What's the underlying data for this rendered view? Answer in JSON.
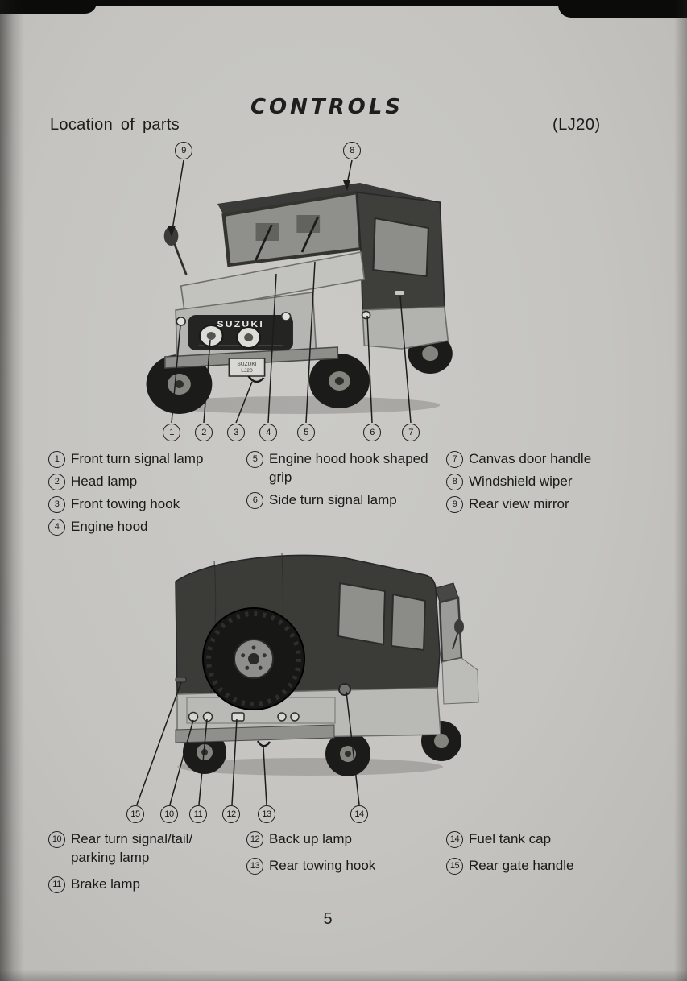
{
  "page": {
    "title": "CONTROLS",
    "section_heading": "Location of parts",
    "model_label": "(LJ20)",
    "page_number": "5"
  },
  "colors": {
    "paper": "#c6c5c1",
    "ink": "#1c1c1a"
  },
  "figure_front": {
    "grille_brand": "SUZUKI",
    "plate_line1": "SUZUKI",
    "plate_line2": "LJ20",
    "callouts": {
      "c1": "1",
      "c2": "2",
      "c3": "3",
      "c4": "4",
      "c5": "5",
      "c6": "6",
      "c7": "7",
      "c8": "8",
      "c9": "9"
    }
  },
  "figure_rear": {
    "callouts": {
      "c10": "10",
      "c11": "11",
      "c12": "12",
      "c13": "13",
      "c14": "14",
      "c15": "15"
    }
  },
  "legend_front": {
    "col1": [
      {
        "num": "1",
        "label": "Front turn signal lamp"
      },
      {
        "num": "2",
        "label": "Head lamp"
      },
      {
        "num": "3",
        "label": "Front towing hook"
      },
      {
        "num": "4",
        "label": "Engine hood"
      }
    ],
    "col2": [
      {
        "num": "5",
        "label": "Engine hood hook shaped\ngrip"
      },
      {
        "num": "6",
        "label": "Side turn signal lamp"
      }
    ],
    "col3": [
      {
        "num": "7",
        "label": "Canvas door handle"
      },
      {
        "num": "8",
        "label": "Windshield wiper"
      },
      {
        "num": "9",
        "label": "Rear view mirror"
      }
    ]
  },
  "legend_rear": {
    "col1": [
      {
        "num": "10",
        "label": "Rear turn signal/tail/\nparking lamp"
      },
      {
        "num": "11",
        "label": "Brake lamp"
      }
    ],
    "col2": [
      {
        "num": "12",
        "label": "Back up lamp"
      },
      {
        "num": "13",
        "label": "Rear towing hook"
      }
    ],
    "col3": [
      {
        "num": "14",
        "label": "Fuel tank cap"
      },
      {
        "num": "15",
        "label": "Rear gate handle"
      }
    ]
  }
}
